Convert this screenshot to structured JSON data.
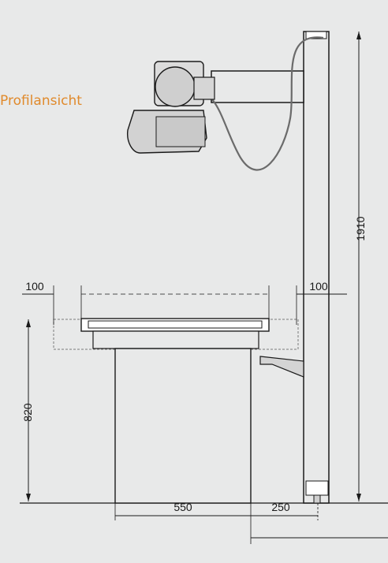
{
  "caption": "Profilansicht",
  "dimensions": {
    "column_height": "1910",
    "table_overhang_left": "100",
    "table_overhang_right": "100",
    "table_height": "820",
    "base_width": "550",
    "column_offset": "250"
  },
  "colors": {
    "background": "#e8e9e9",
    "caption": "#e08a2c",
    "line": "#1a1a1a"
  }
}
